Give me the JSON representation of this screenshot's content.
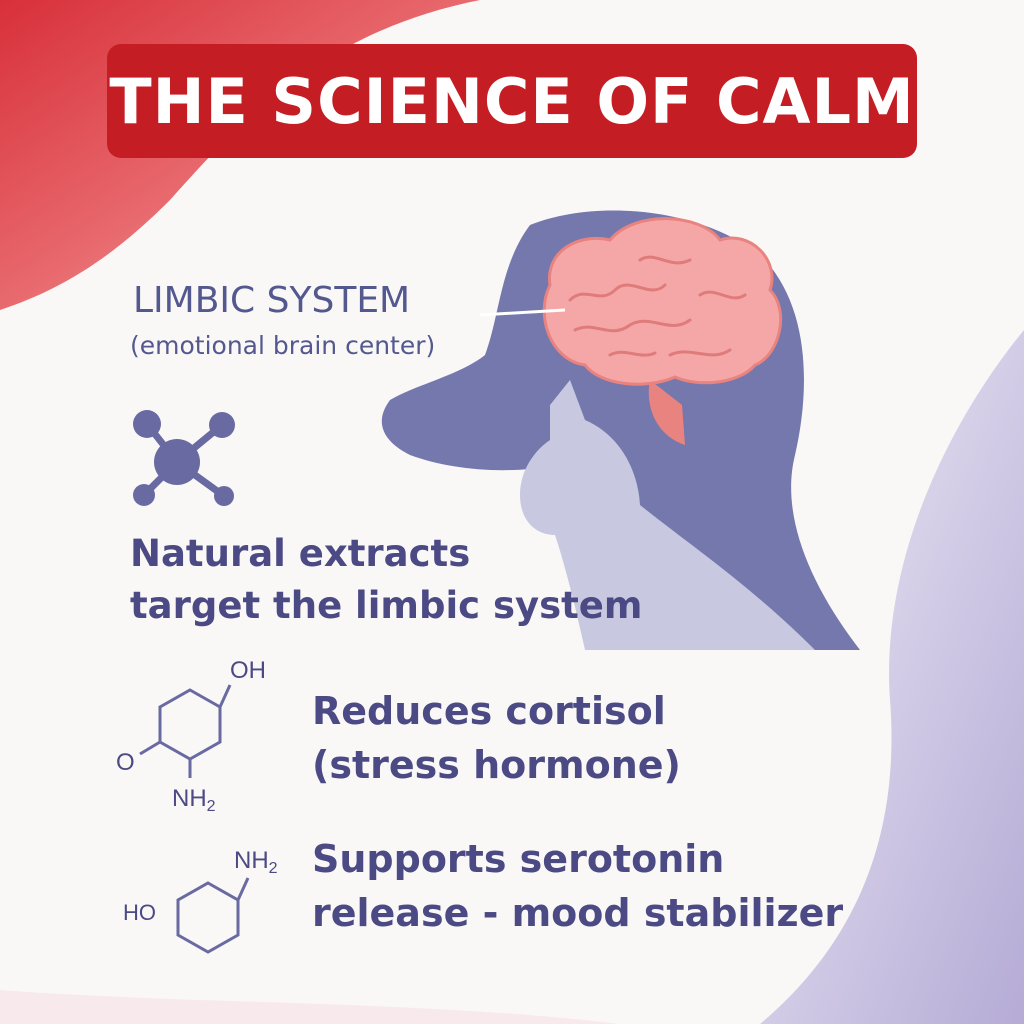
{
  "title": "THE SCIENCE OF CALM",
  "limbic": {
    "title": "LIMBIC SYSTEM",
    "subtitle": "(emotional brain center)"
  },
  "extracts": {
    "line1": "Natural extracts",
    "line2": "target the limbic system"
  },
  "benefits": [
    {
      "line1": "Reduces cortisol",
      "line2": "(stress hormone)",
      "labels": {
        "oh": "OH",
        "o": "O",
        "nh": "NH",
        "sub": "2"
      }
    },
    {
      "line1": "Supports serotonin",
      "line2": "release - mood stabilizer",
      "labels": {
        "nh": "NH",
        "sub": "2",
        "ho": "HO"
      }
    }
  ],
  "colors": {
    "banner": "#c41e24",
    "text": "#4b4a84",
    "dog": "#7578ad",
    "cat": "#c8c8e0",
    "brain": "#f5a7a7"
  },
  "icons": [
    "molecule-icon",
    "dog-silhouette",
    "cat-silhouette",
    "brain-icon"
  ]
}
